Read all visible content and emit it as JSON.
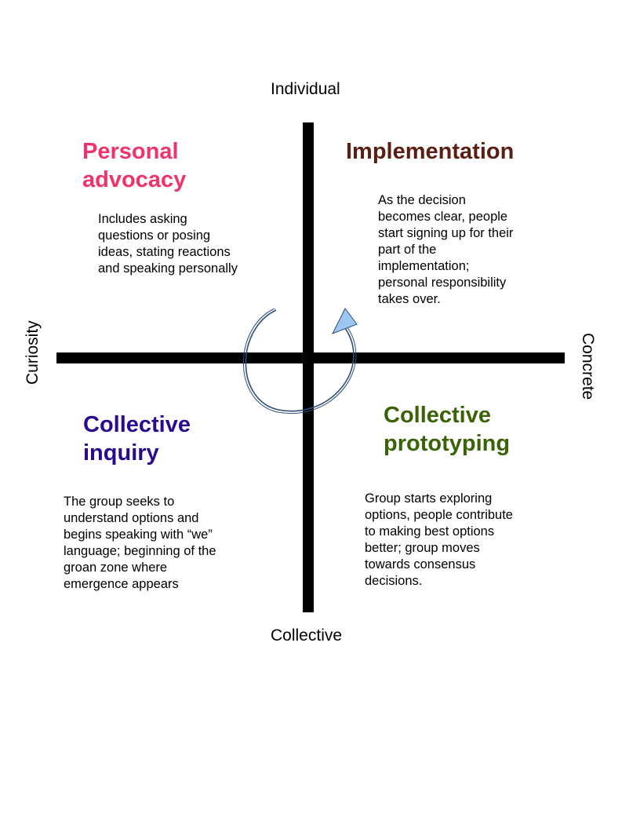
{
  "axes": {
    "top": "Individual",
    "bottom": "Collective",
    "left": "Curiosity",
    "right": "Concrete"
  },
  "quadrants": {
    "top_left": {
      "title_line1": "Personal",
      "title_line2": "advocacy",
      "color": "#f0336c",
      "description": [
        "Includes asking",
        "questions or posing",
        "ideas, stating reactions",
        "and speaking personally"
      ]
    },
    "top_right": {
      "title_line1": "Implementation",
      "color": "#5a1e12",
      "description": [
        "As the decision",
        "becomes clear, people",
        "start signing up for their",
        "part of the",
        "implementation;",
        "personal responsibility",
        "takes over."
      ]
    },
    "bottom_left": {
      "title_line1": "Collective",
      "title_line2": "inquiry",
      "color": "#2b0a8f",
      "description": [
        "The group seeks to",
        "understand options and",
        "begins speaking with “we”",
        "language; beginning of the",
        "groan zone where",
        "emergence appears"
      ]
    },
    "bottom_right": {
      "title_line1": "Collective",
      "title_line2": "prototyping",
      "color": "#3a6308",
      "description": [
        "Group starts exploring",
        "options, people contribute",
        "to making best options",
        "better; group moves",
        "towards consensus",
        "decisions."
      ]
    }
  },
  "cycle_arrow": {
    "stroke_color": "#2e4f7a",
    "head_color": "#9dc7f2"
  }
}
